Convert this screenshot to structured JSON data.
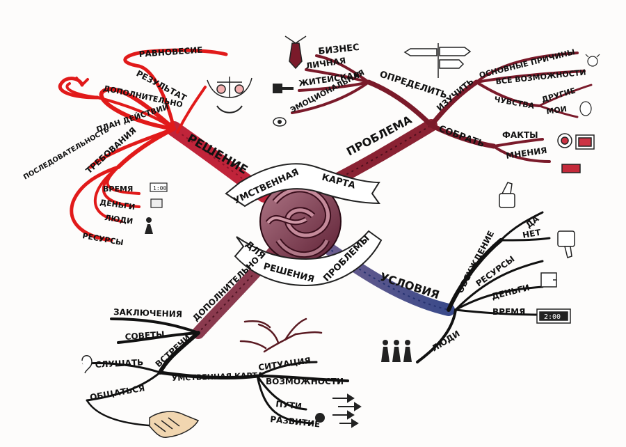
{
  "center": {
    "line1": "УМСТВЕННАЯ",
    "line2": "КАРТА",
    "line3": "ДЛЯ",
    "line4": "РЕШЕНИЯ",
    "line5": "ПРОБЛЕМЫ"
  },
  "problem": {
    "label": "ПРОБЛЕМА",
    "define": {
      "label": "ОПРЕДЕЛИТЬ",
      "items": [
        "БИЗНЕС",
        "ЛИЧНАЯ",
        "ЖИТЕЙСКАЯ",
        "ЭМОЦИОНАЛЬНАЯ"
      ]
    },
    "study": {
      "label": "ИЗУЧИТЬ",
      "items": [
        "ОСНОВНЫЕ ПРИЧИНЫ",
        "ВСЕ ВОЗМОЖНОСТИ",
        "ЧУВСТВА",
        "ДРУГИЕ",
        "МОИ"
      ]
    },
    "collect": {
      "label": "СОБРАТЬ",
      "items": [
        "ФАКТЫ",
        "МНЕНИЯ"
      ]
    }
  },
  "solution": {
    "label": "РЕШЕНИЕ",
    "result": "РЕЗУЛЬТАТ",
    "balance": "РАВНОВЕСИЕ",
    "additional": "ДОПОЛНИТЕЛЬНО",
    "plan": "ПЛАН ДЕЙСТВИЙ",
    "sequence": "ПОСЛЕДОВАТЕЛЬНОСТЬ",
    "requirements": "ТРЕБОВАНИЯ",
    "resources_items": [
      "ВРЕМЯ",
      "ДЕНЬГИ",
      "ЛЮДИ",
      "РЕСУРСЫ"
    ]
  },
  "conditions": {
    "label": "УСЛОВИЯ",
    "discussion": "ОБСУЖДЕНИЕ",
    "yes": "ДА",
    "no": "НЕТ",
    "items": [
      "РЕСУРСЫ",
      "ДЕНЬГИ",
      "ВРЕМЯ"
    ],
    "people": "ЛЮДИ",
    "clock": "2:00"
  },
  "additional": {
    "label": "ДОПОЛНИТЕЛЬНО",
    "conclusions": "ЗАКЛЮЧЕНИЯ",
    "advice": "СОВЕТЫ",
    "meetings": "ВСТРЕЧИ",
    "listen": "СЛУШАТЬ",
    "communicate": "ОБЩАТЬСЯ",
    "mindmap": "УМСТВЕННАЯ КАРТА",
    "mm_items": [
      "СИТУАЦИЯ",
      "ВОЗМОЖНОСТИ",
      "ПУТИ",
      "РАЗВИТИЕ"
    ]
  },
  "colors": {
    "red": "#e11a1a",
    "maroon": "#7a1a2a",
    "dark": "#111111",
    "blue": "#4a5a9a",
    "center": "#8a4a5e"
  },
  "icons": [
    "necktie-icon",
    "guidepost-icon",
    "scales-icon",
    "hammer-icon",
    "eye-icon",
    "thumbs-up-icon",
    "thumbs-down-icon",
    "wallet-icon",
    "clock-icon",
    "people-icon",
    "handshake-icon",
    "computer-icon",
    "tree-icon",
    "arrows-icon",
    "person-icon"
  ]
}
